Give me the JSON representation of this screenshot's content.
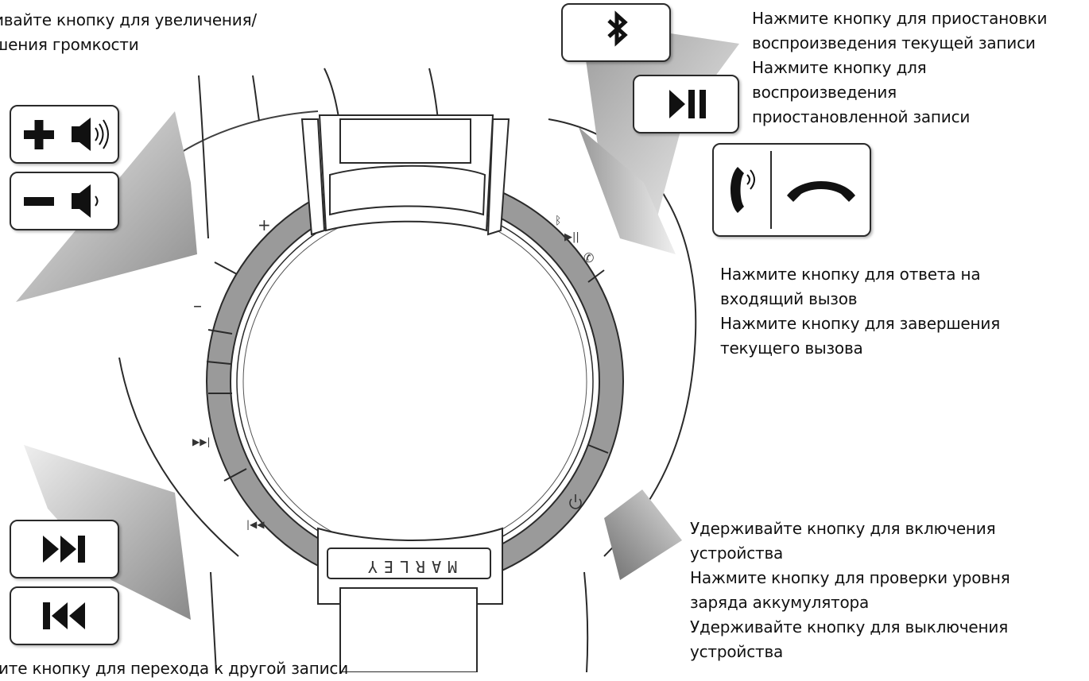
{
  "annotations": {
    "volume": [
      "ивайте кнопку для увеличения/",
      "шения громкости"
    ],
    "play_pause": [
      "Нажмите кнопку для приостановки",
      "воспроизведения текущей записи",
      "Нажмите кнопку для",
      "воспроизведения",
      "приостановленной записи"
    ],
    "call": [
      "Нажмите кнопку для ответа на",
      "входящий вызов",
      "Нажмите кнопку для завершения",
      "текущего вызова"
    ],
    "power": [
      "Удерживайте кнопку для включения",
      "устройства",
      "Нажмите кнопку для проверки уровня",
      "заряда аккумулятора",
      "Удерживайте кнопку для выключения",
      "устройства"
    ],
    "track": "ите кнопку для перехода к другой записи"
  },
  "brand_mark": "MARLEY",
  "icons": {
    "volume_up": "plus-speaker-icon",
    "volume_down": "minus-speaker-icon",
    "bluetooth": "bluetooth-icon",
    "play_pause": "play-pause-icon",
    "answer": "phone-ringing-icon",
    "hang_up": "hang-up-icon",
    "power": "power-icon",
    "next": "next-track-icon",
    "previous": "previous-track-icon"
  },
  "colors": {
    "control_ring": "#9a9a9a",
    "outline": "#2a2a2a",
    "pointer_light": "#d8d8d8",
    "pointer_dark": "#8a8a8a"
  }
}
